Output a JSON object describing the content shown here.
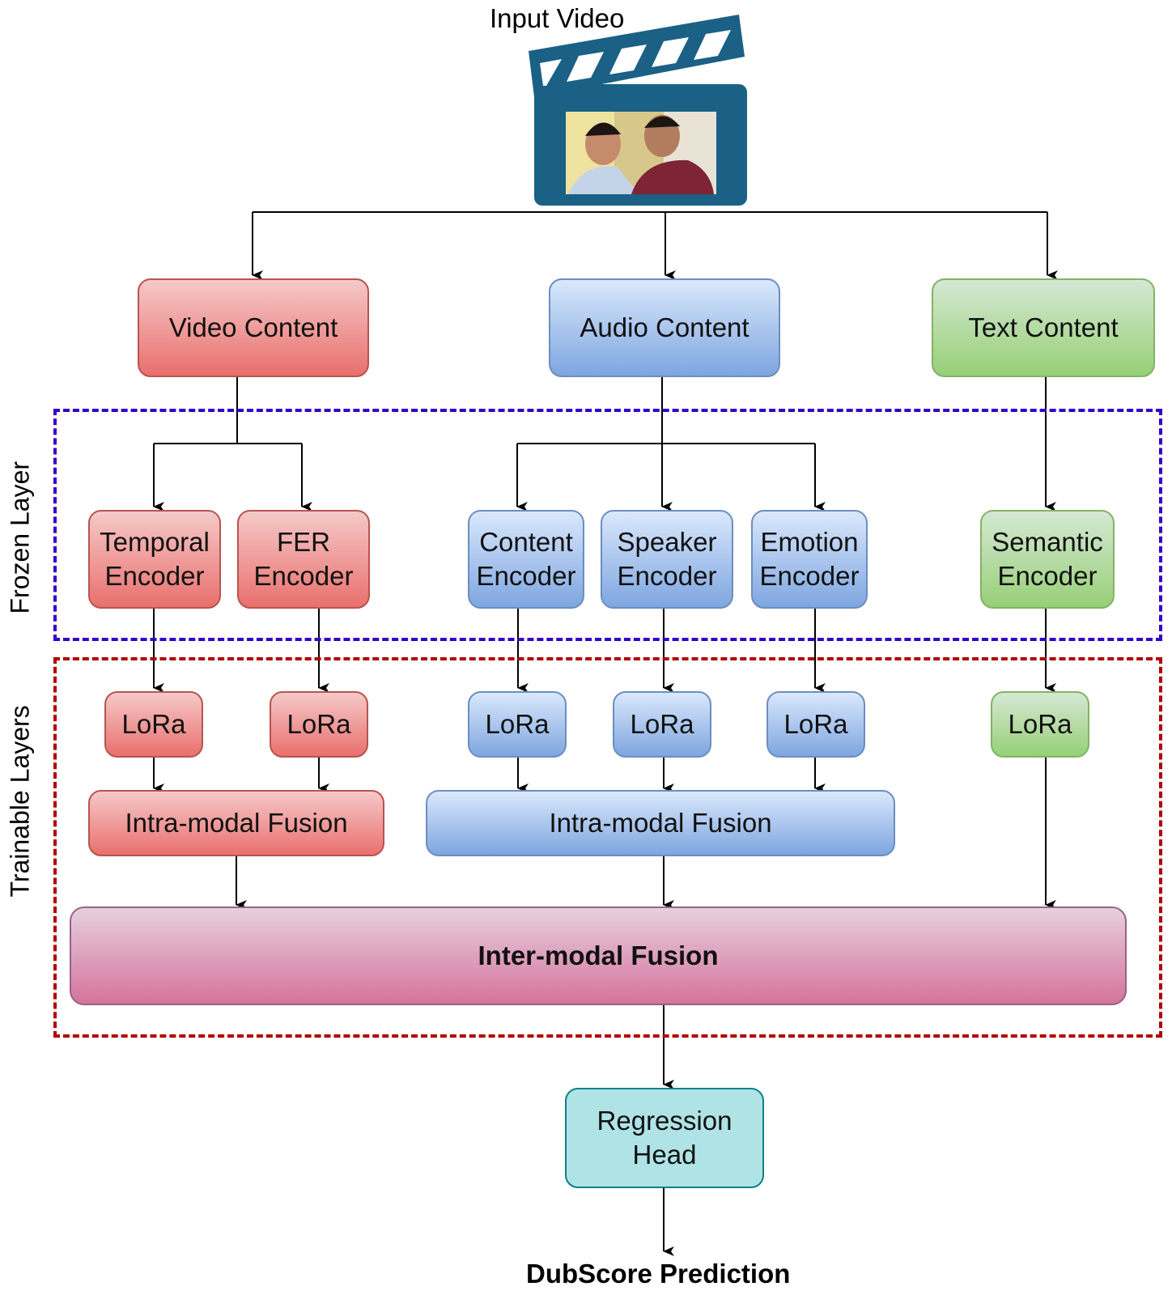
{
  "input": {
    "label": "Input Video",
    "icon": "clapperboard-icon",
    "icon_color": "#1a6185"
  },
  "sections": {
    "frozen_label": "Frozen Layer",
    "trainable_label": "Trainable Layers",
    "frozen_color": "#3300cc",
    "trainable_color": "#b20000"
  },
  "modalities": {
    "video": {
      "label": "Video Content",
      "encoders": [
        "Temporal\nEncoder",
        "FER\nEncoder"
      ],
      "lora": [
        "LoRa",
        "LoRa"
      ],
      "fusion": "Intra-modal Fusion"
    },
    "audio": {
      "label": "Audio Content",
      "encoders": [
        "Content\nEncoder",
        "Speaker\nEncoder",
        "Emotion\nEncoder"
      ],
      "lora": [
        "LoRa",
        "LoRa",
        "LoRa"
      ],
      "fusion": "Intra-modal Fusion"
    },
    "text": {
      "label": "Text Content",
      "encoders": [
        "Semantic\nEncoder"
      ],
      "lora": [
        "LoRa"
      ]
    }
  },
  "inter_fusion": "Inter-modal Fusion",
  "head": "Regression\nHead",
  "output": "DubScore Prediction"
}
